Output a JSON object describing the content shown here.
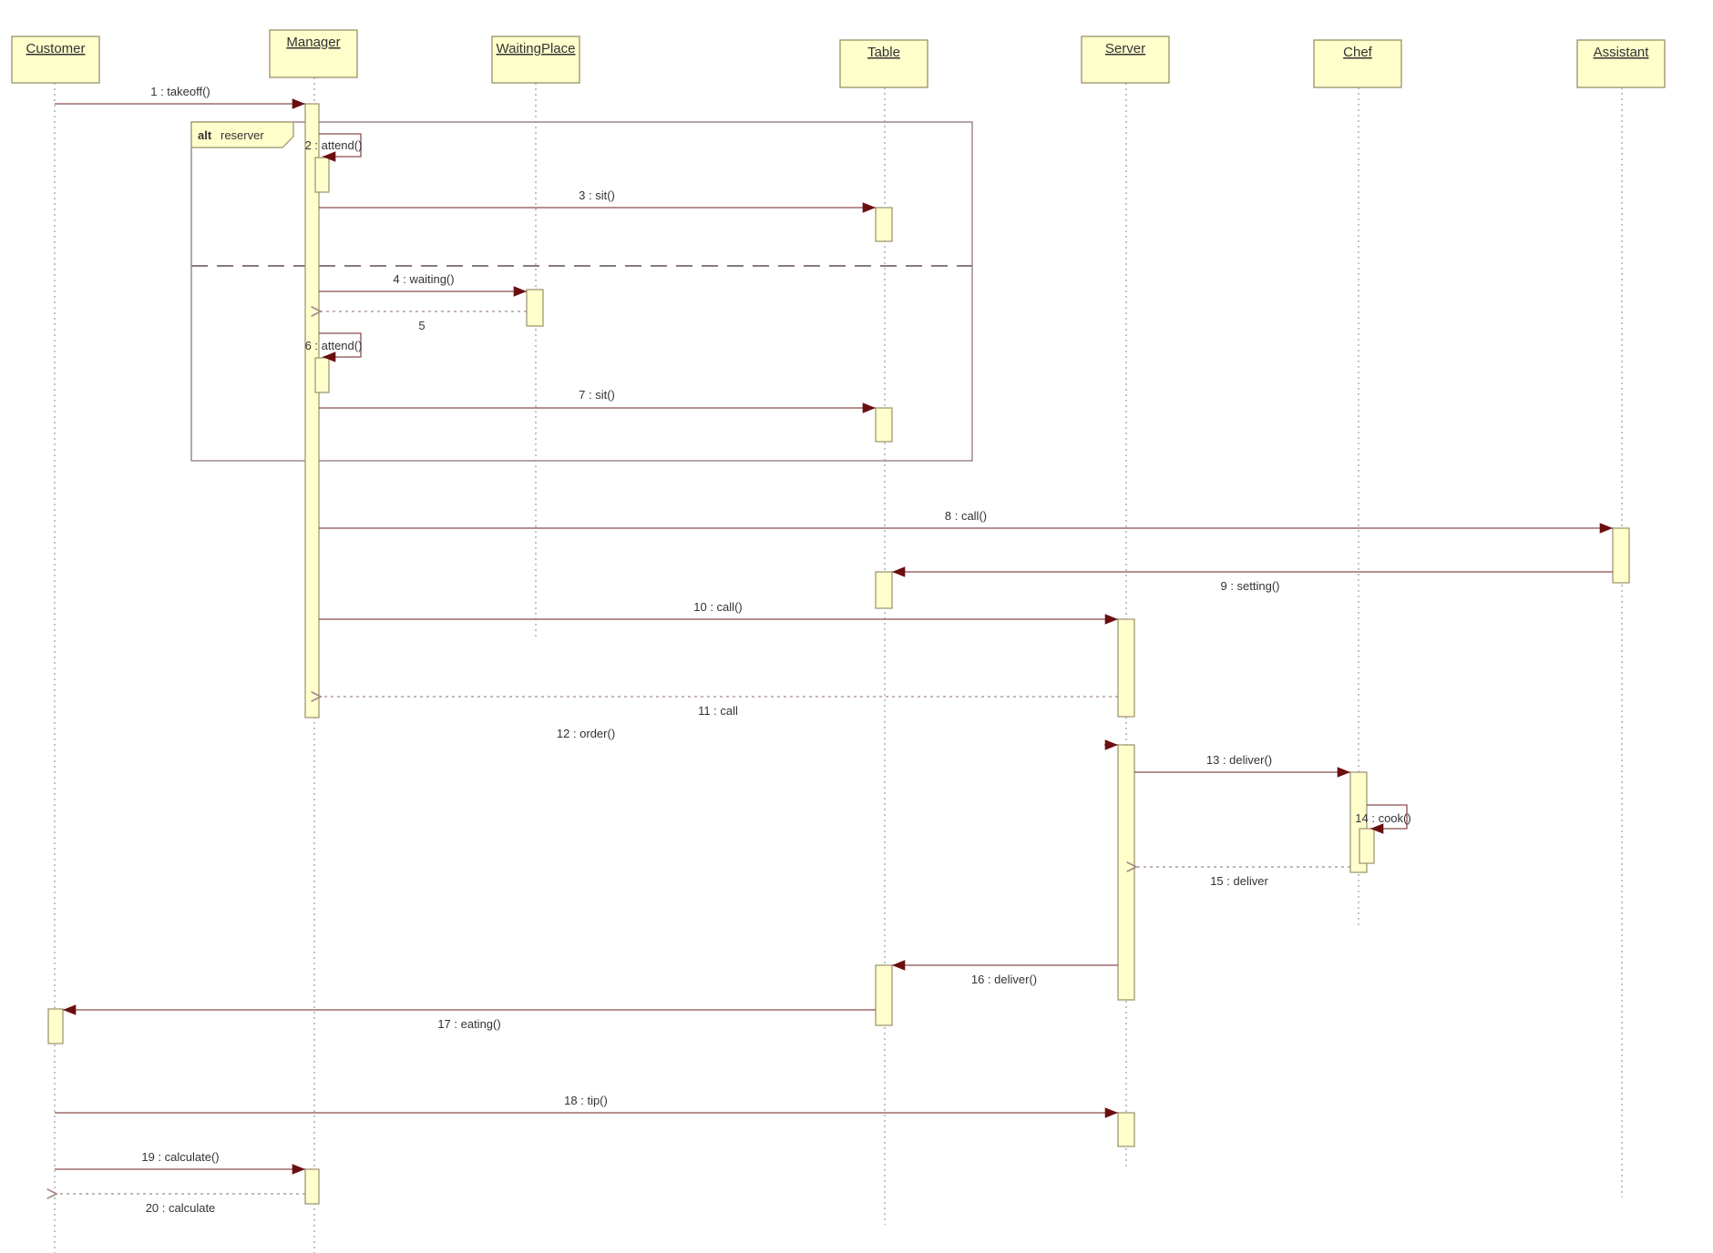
{
  "lifelines": [
    {
      "id": "customer",
      "name": "Customer"
    },
    {
      "id": "manager",
      "name": "Manager"
    },
    {
      "id": "waitingplace",
      "name": "WaitingPlace"
    },
    {
      "id": "table",
      "name": "Table"
    },
    {
      "id": "server",
      "name": "Server"
    },
    {
      "id": "chef",
      "name": "Chef"
    },
    {
      "id": "assistant",
      "name": "Assistant"
    }
  ],
  "frame": {
    "operator": "alt",
    "guard": "reserver"
  },
  "messages": [
    {
      "n": 1,
      "label": "1 : takeoff()",
      "from": "customer",
      "to": "manager",
      "kind": "sync"
    },
    {
      "n": 2,
      "label": "2 : attend()",
      "from": "manager",
      "to": "manager",
      "kind": "self"
    },
    {
      "n": 3,
      "label": "3 : sit()",
      "from": "manager",
      "to": "table",
      "kind": "sync"
    },
    {
      "n": 4,
      "label": "4 : waiting()",
      "from": "manager",
      "to": "waitingplace",
      "kind": "sync"
    },
    {
      "n": 5,
      "label": "5",
      "from": "waitingplace",
      "to": "manager",
      "kind": "reply"
    },
    {
      "n": 6,
      "label": "6 : attend()",
      "from": "manager",
      "to": "manager",
      "kind": "self"
    },
    {
      "n": 7,
      "label": "7 : sit()",
      "from": "manager",
      "to": "table",
      "kind": "sync"
    },
    {
      "n": 8,
      "label": "8 : call()",
      "from": "manager",
      "to": "assistant",
      "kind": "sync"
    },
    {
      "n": 9,
      "label": "9 : setting()",
      "from": "assistant",
      "to": "table",
      "kind": "sync"
    },
    {
      "n": 10,
      "label": "10 : call()",
      "from": "manager",
      "to": "server",
      "kind": "sync"
    },
    {
      "n": 11,
      "label": "11 : call",
      "from": "server",
      "to": "manager",
      "kind": "reply"
    },
    {
      "n": 12,
      "label": "12 : order()",
      "from": "",
      "to": "server",
      "kind": "found"
    },
    {
      "n": 13,
      "label": "13 : deliver()",
      "from": "server",
      "to": "chef",
      "kind": "sync"
    },
    {
      "n": 14,
      "label": "14 : cook()",
      "from": "chef",
      "to": "chef",
      "kind": "self"
    },
    {
      "n": 15,
      "label": "15 : deliver",
      "from": "chef",
      "to": "server",
      "kind": "reply"
    },
    {
      "n": 16,
      "label": "16 : deliver()",
      "from": "server",
      "to": "table",
      "kind": "sync"
    },
    {
      "n": 17,
      "label": "17 : eating()",
      "from": "table",
      "to": "customer",
      "kind": "sync"
    },
    {
      "n": 18,
      "label": "18 : tip()",
      "from": "customer",
      "to": "server",
      "kind": "sync"
    },
    {
      "n": 19,
      "label": "19 : calculate()",
      "from": "customer",
      "to": "manager",
      "kind": "sync"
    },
    {
      "n": 20,
      "label": "20 : calculate",
      "from": "manager",
      "to": "customer",
      "kind": "reply"
    }
  ],
  "colors": {
    "box_fill": "#ffffcc",
    "box_stroke": "#9a8f6a",
    "message": "#8a4c4c",
    "arrowhead": "#6a0f0f"
  }
}
